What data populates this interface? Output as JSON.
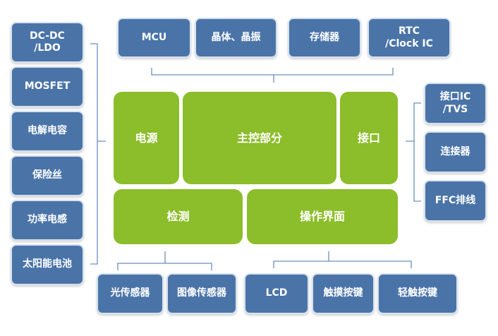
{
  "top_row": [
    "MCU",
    "晶体、晶振",
    "存储器",
    "RTC\n/Clock IC"
  ],
  "left_column": [
    "DC-DC\n/LDO",
    "MOSFET",
    "电解电容",
    "保险丝",
    "功率电感",
    "太阳能电池"
  ],
  "right_column": [
    "接口IC\n/TVS",
    "连接器",
    "FFC排线"
  ],
  "bottom_row": [
    "光传感器",
    "图像传感器",
    "LCD",
    "触摸按键",
    "轻触按键"
  ],
  "center": {
    "power": "电源",
    "main_control": "主控部分",
    "interface": "接口",
    "detection": "检测",
    "operation_ui": "操作界面"
  },
  "colors": {
    "blue_box": "#4a74a8",
    "green_block": "#8cbd2a",
    "bracket_line": "#6a90bd"
  }
}
